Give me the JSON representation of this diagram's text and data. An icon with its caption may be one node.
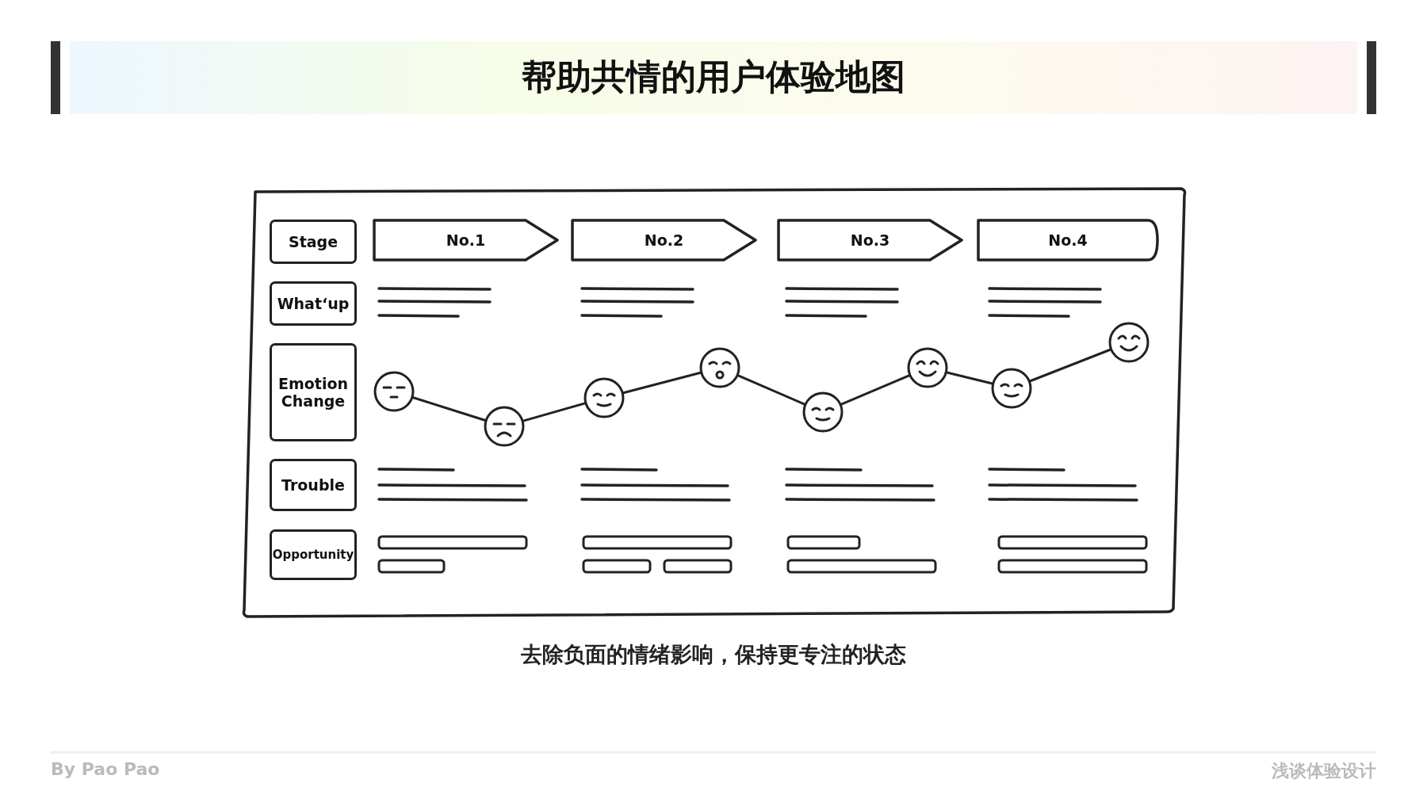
{
  "diagram": {
    "title": "帮助共情的用户体验地图",
    "caption": "去除负面的情绪影响，保持更专注的状态",
    "nodes": [
      {
        "text": [
          "Stage"
        ]
      },
      {
        "text": [
          "What‘up"
        ]
      },
      {
        "text": [
          "Emotion Change"
        ]
      },
      {
        "text": [
          "Trouble"
        ]
      },
      {
        "text": [
          "Opportunity"
        ]
      },
      {
        "text": [
          "No.1"
        ]
      },
      {
        "text": [
          "No.2"
        ]
      },
      {
        "text": [
          "No.3"
        ]
      },
      {
        "text": [
          "No.4"
        ]
      },
      {
        "text": [],
        "shape": "picture"
      },
      {
        "text": [],
        "shape": "picture"
      },
      {
        "text": [],
        "shape": "picture"
      },
      {
        "text": [],
        "shape": "picture"
      },
      {
        "text": [],
        "shape": "picture"
      },
      {
        "text": [],
        "shape": "picture"
      },
      {
        "text": [],
        "shape": "picture"
      },
      {
        "text": [],
        "shape": "picture"
      }
    ],
    "edges": [
      {
        "from": 9,
        "to": 10,
        "arrow": "none"
      },
      {
        "from": 10,
        "to": 11,
        "arrow": "none"
      },
      {
        "from": 11,
        "to": 12,
        "arrow": "none"
      },
      {
        "from": 12,
        "to": 13,
        "arrow": "none"
      },
      {
        "from": 13,
        "to": 14,
        "arrow": "none"
      },
      {
        "from": 14,
        "to": 15,
        "arrow": "none"
      },
      {
        "from": 15,
        "to": 16,
        "arrow": "none"
      }
    ],
    "labels": [
      "By Pao Pao",
      "浅谈体验设计"
    ]
  }
}
